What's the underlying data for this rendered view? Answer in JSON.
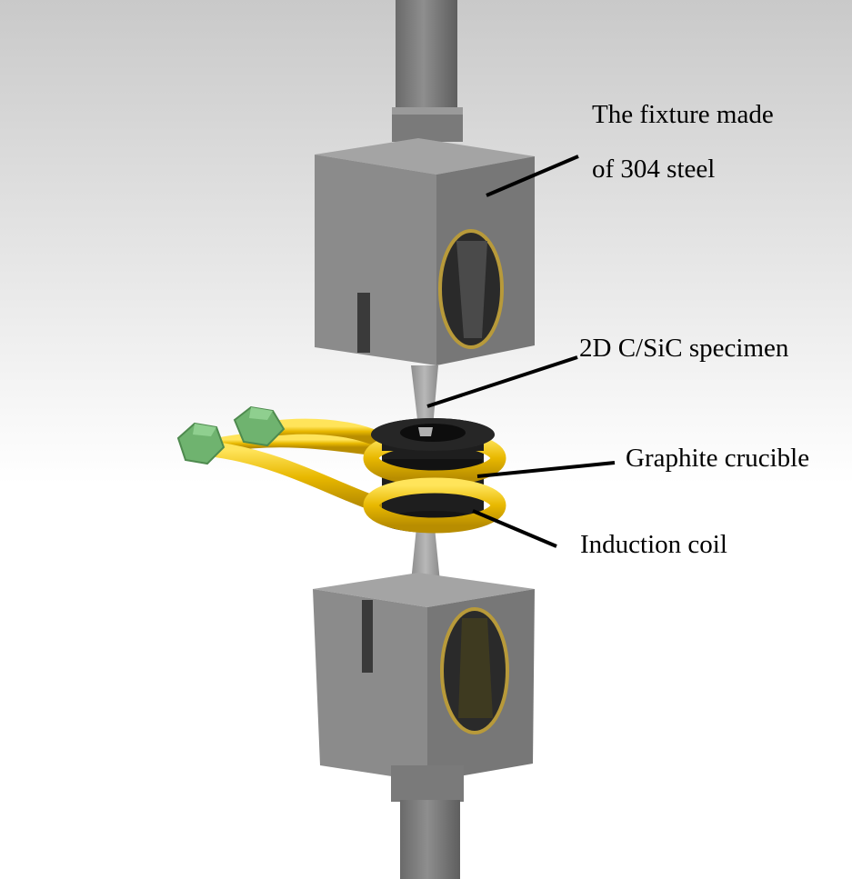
{
  "labels": {
    "fixture_line1": "The fixture made",
    "fixture_line2": "of 304 steel",
    "specimen": "2D C/SiC specimen",
    "crucible": "Graphite crucible",
    "coil": "Induction coil"
  },
  "colors": {
    "steel": "#8a8a8a",
    "steel_dark": "#6e6e6e",
    "steel_light": "#a3a3a3",
    "coil_gold": "#e8b800",
    "nut_green": "#6fb36f",
    "graphite": "#1e1e1e",
    "window_rim": "#b89a3a"
  }
}
